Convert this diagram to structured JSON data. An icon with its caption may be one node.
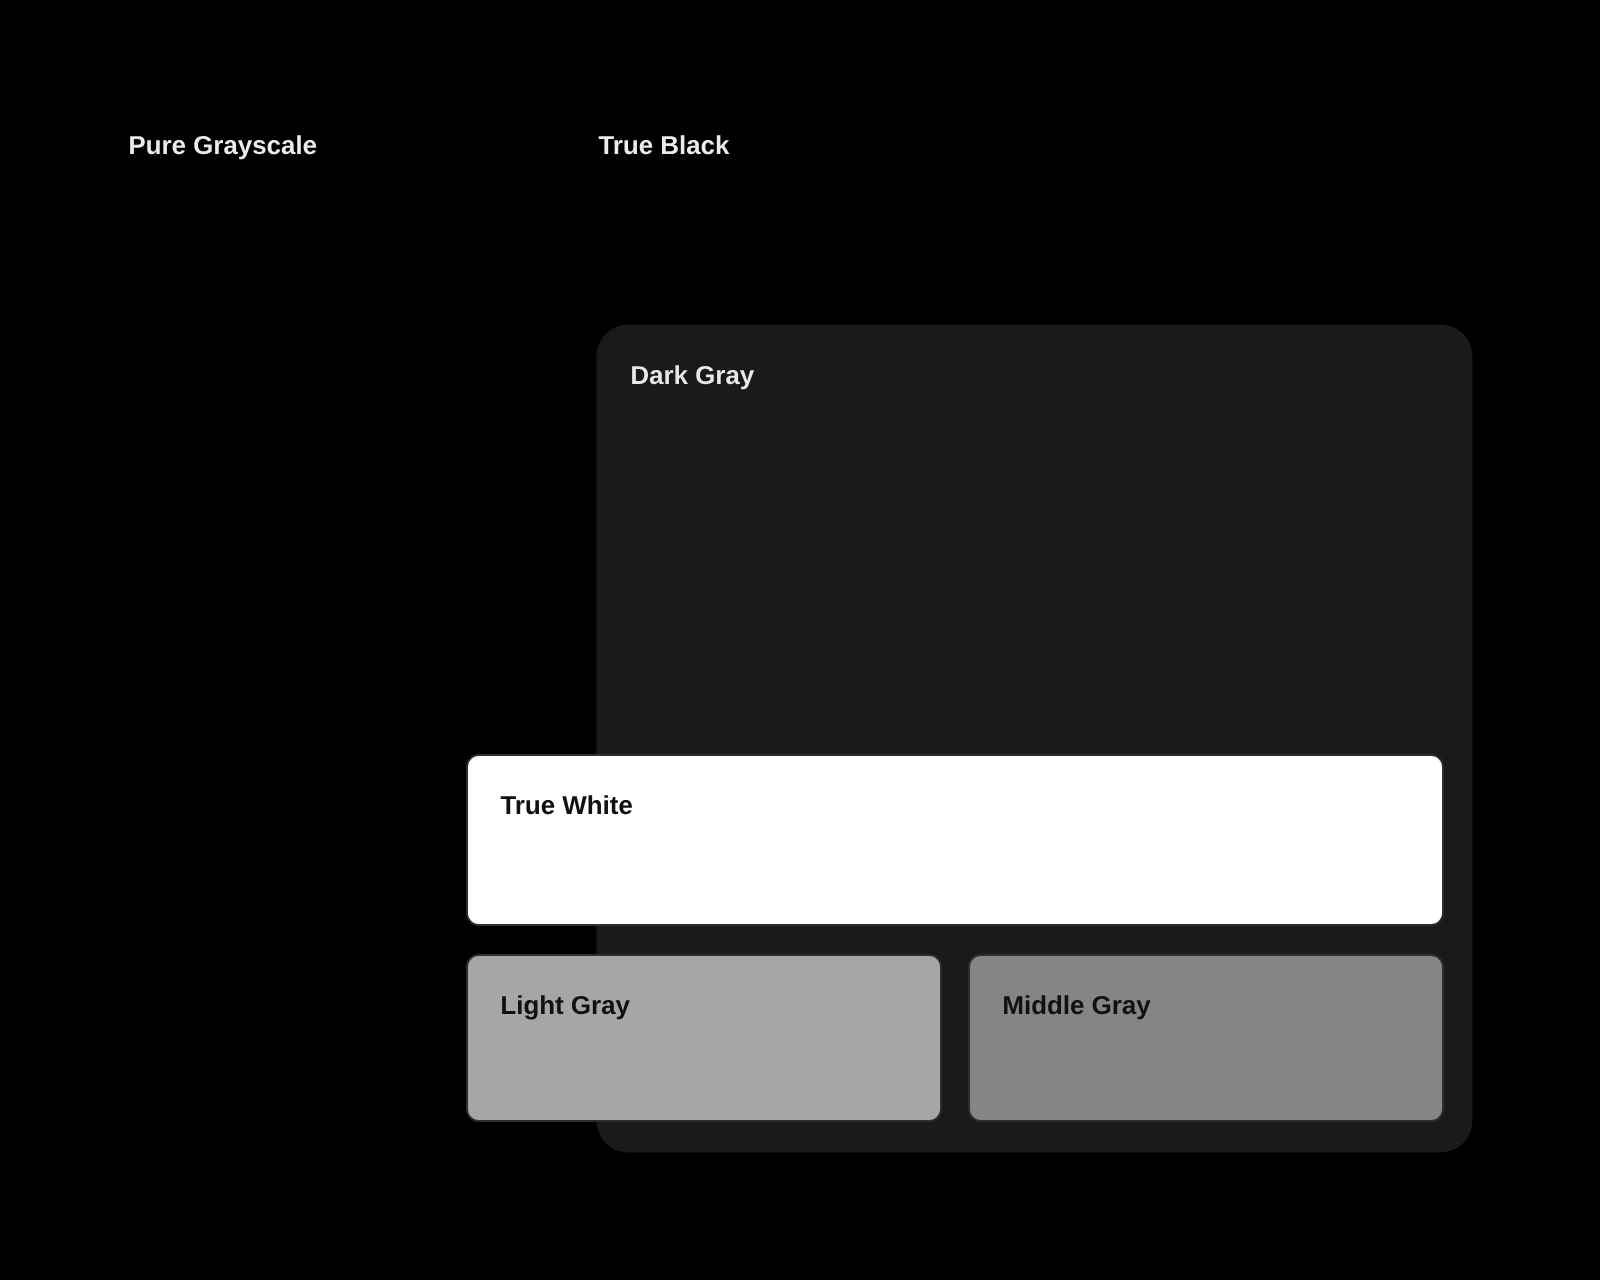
{
  "diagram": {
    "title": "Pure Grayscale",
    "nodes": [
      {
        "text": [
          "Dark Gray"
        ]
      },
      {
        "text": [
          "True White"
        ]
      },
      {
        "text": [
          "Light Gray"
        ]
      },
      {
        "text": [
          "Middle Gray"
        ],
        "in": 0
      }
    ],
    "labels": [
      "True Black"
    ]
  }
}
